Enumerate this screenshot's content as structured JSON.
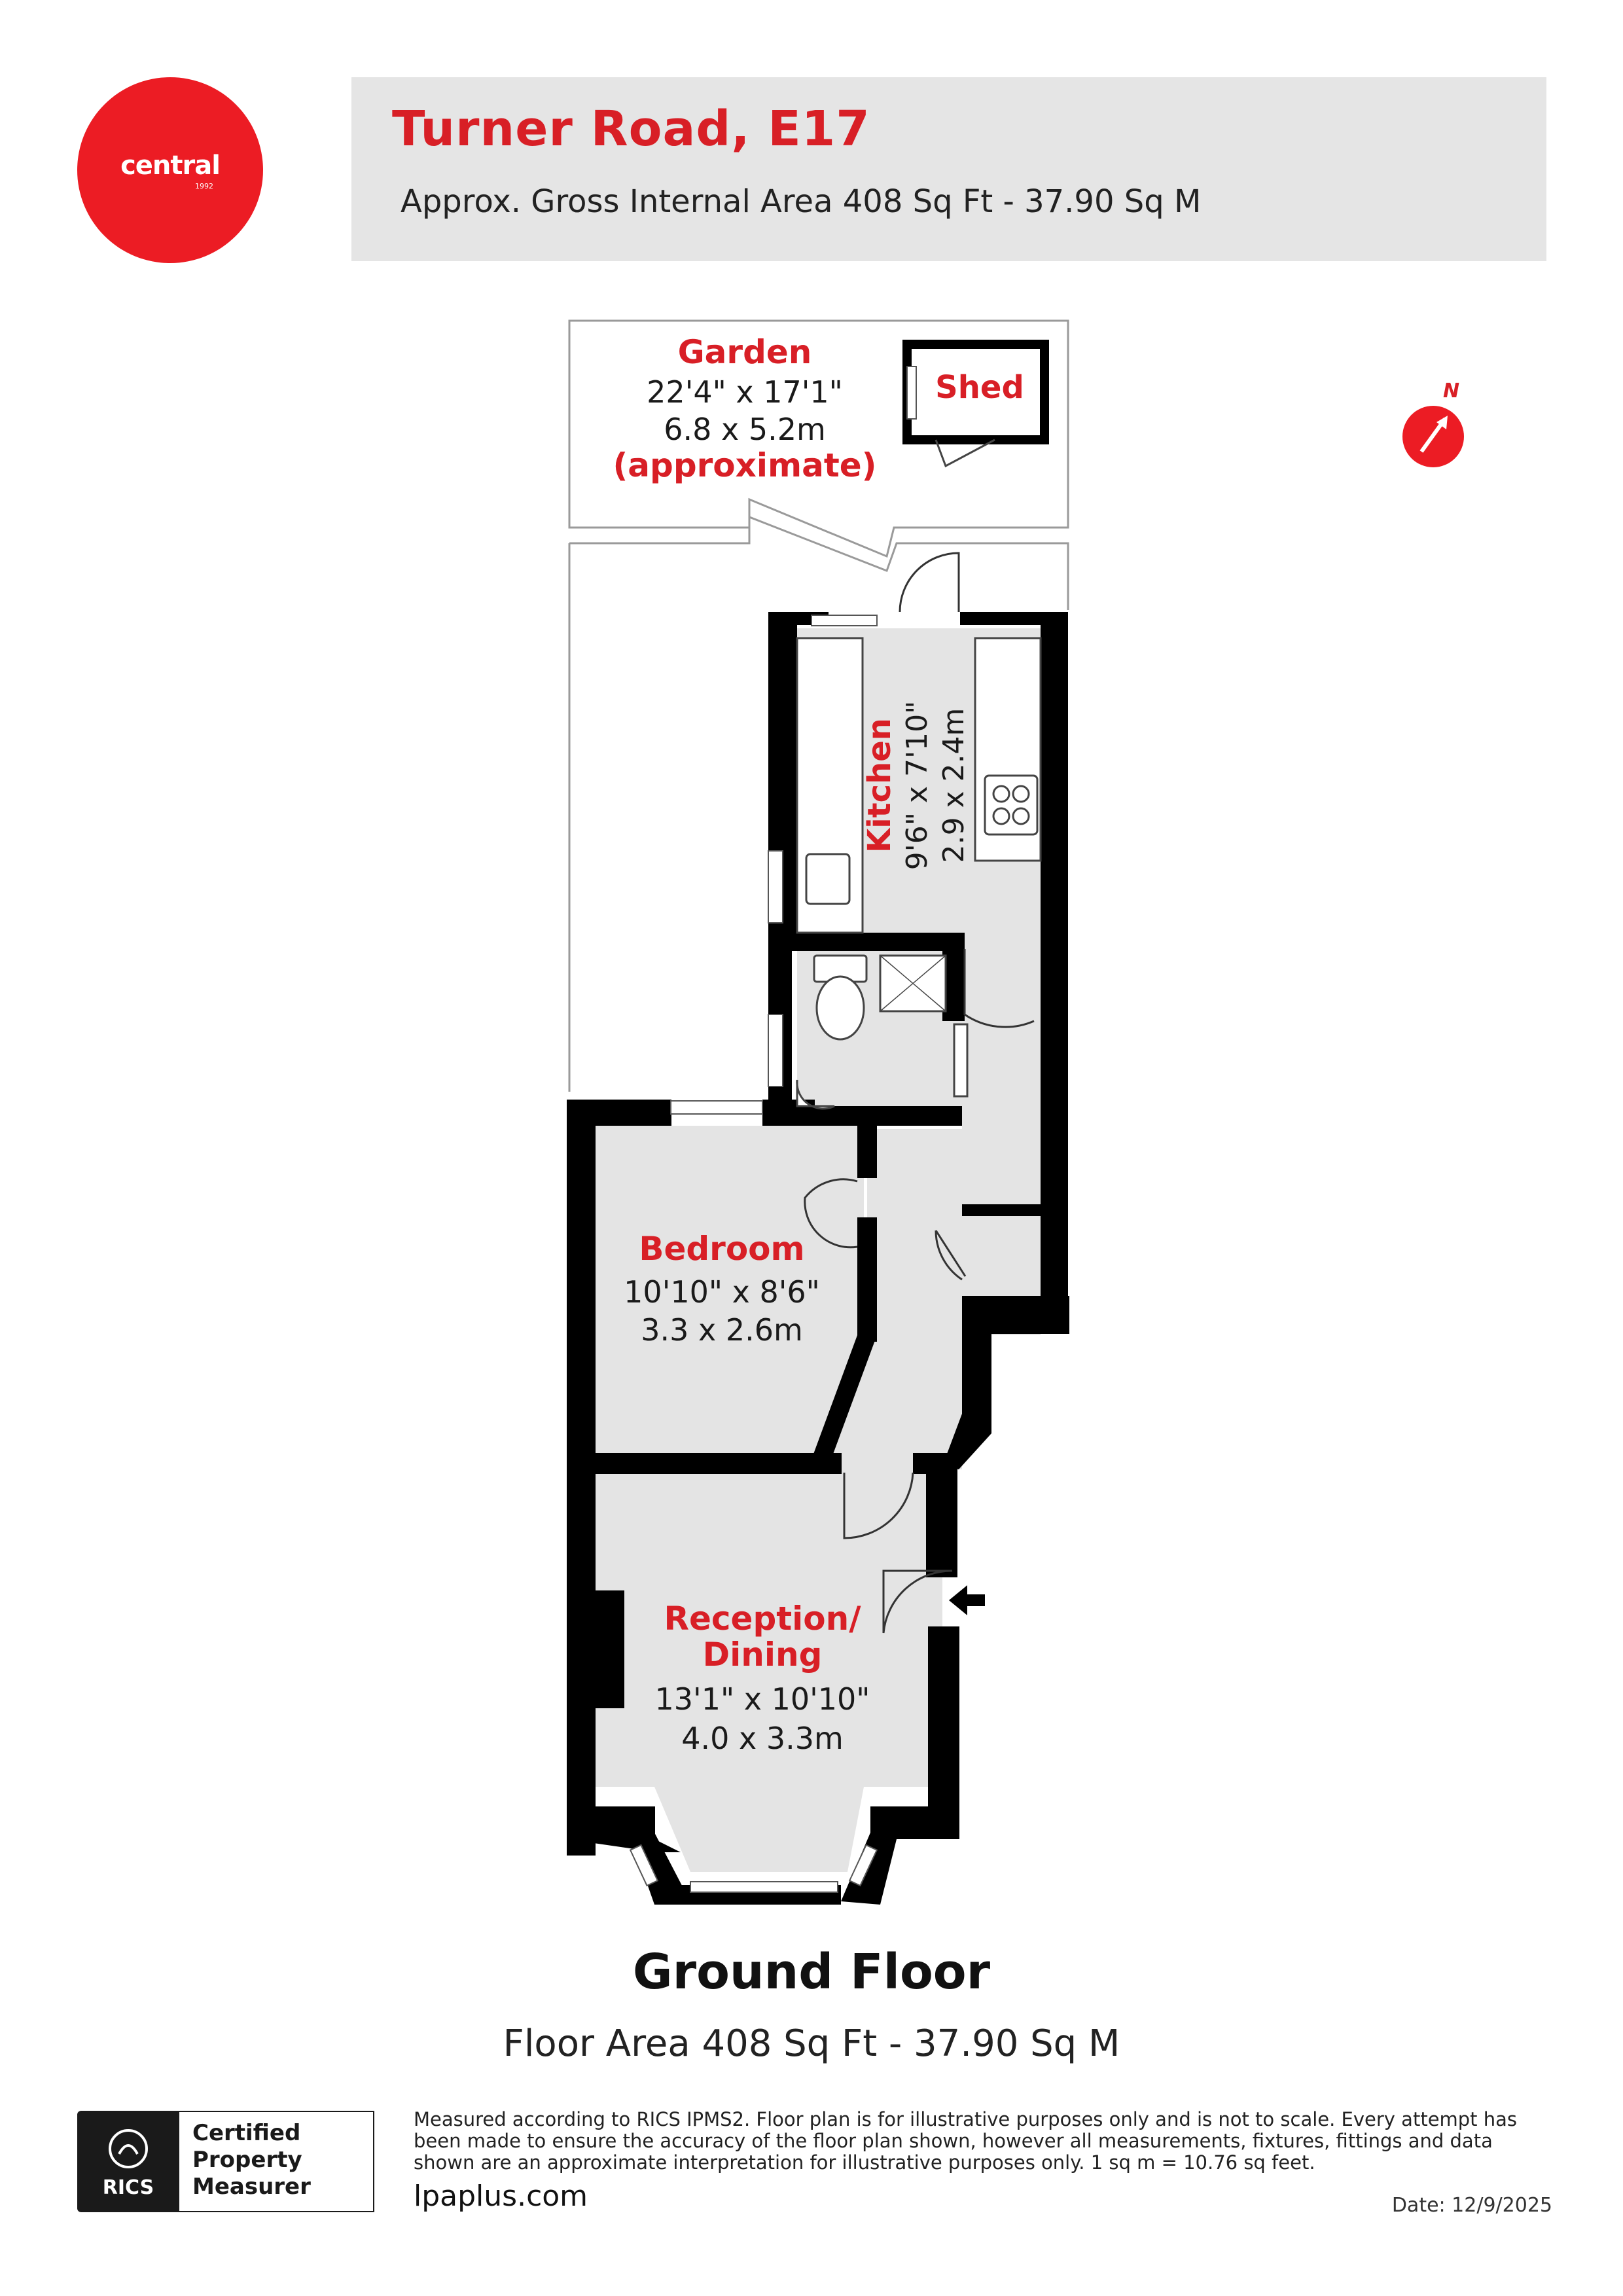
{
  "brand": {
    "logo_text": "central",
    "logo_year": "1992",
    "color": "#ec1c24"
  },
  "header": {
    "title": "Turner Road, E17",
    "subtitle": "Approx. Gross Internal Area 408 Sq Ft - 37.90 Sq M"
  },
  "rooms": {
    "garden": {
      "name": "Garden",
      "dim_imperial": "22'4\" x 17'1\"",
      "dim_metric": "6.8 x 5.2m",
      "note": "(approximate)"
    },
    "shed": {
      "name": "Shed"
    },
    "kitchen": {
      "name": "Kitchen",
      "dim_imperial": "9'6\" x 7'10\"",
      "dim_metric": "2.9 x 2.4m"
    },
    "bedroom": {
      "name": "Bedroom",
      "dim_imperial": "10'10\" x 8'6\"",
      "dim_metric": "3.3 x 2.6m"
    },
    "reception": {
      "name_line1": "Reception/",
      "name_line2": "Dining",
      "dim_imperial": "13'1\" x 10'10\"",
      "dim_metric": "4.0 x 3.3m"
    }
  },
  "compass": {
    "label": "N"
  },
  "floor": {
    "title": "Ground Floor",
    "area": "Floor Area 408 Sq Ft - 37.90 Sq M"
  },
  "footer": {
    "rics_word": "RICS",
    "certified": "Certified\nProperty\nMeasurer",
    "disclaimer": "Measured according to RICS IPMS2. Floor plan is for illustrative purposes only and is not to scale. Every attempt has been made to ensure the accuracy of the floor plan shown, however all measurements, fixtures, fittings and data shown are an approximate interpretation for illustrative purposes only. 1 sq m = 10.76 sq feet.",
    "website": "lpaplus.com",
    "date": "Date: 12/9/2025"
  },
  "colors": {
    "room_label": "#d81f26",
    "floor_fill": "#e4e4e4",
    "wall": "#000000"
  }
}
